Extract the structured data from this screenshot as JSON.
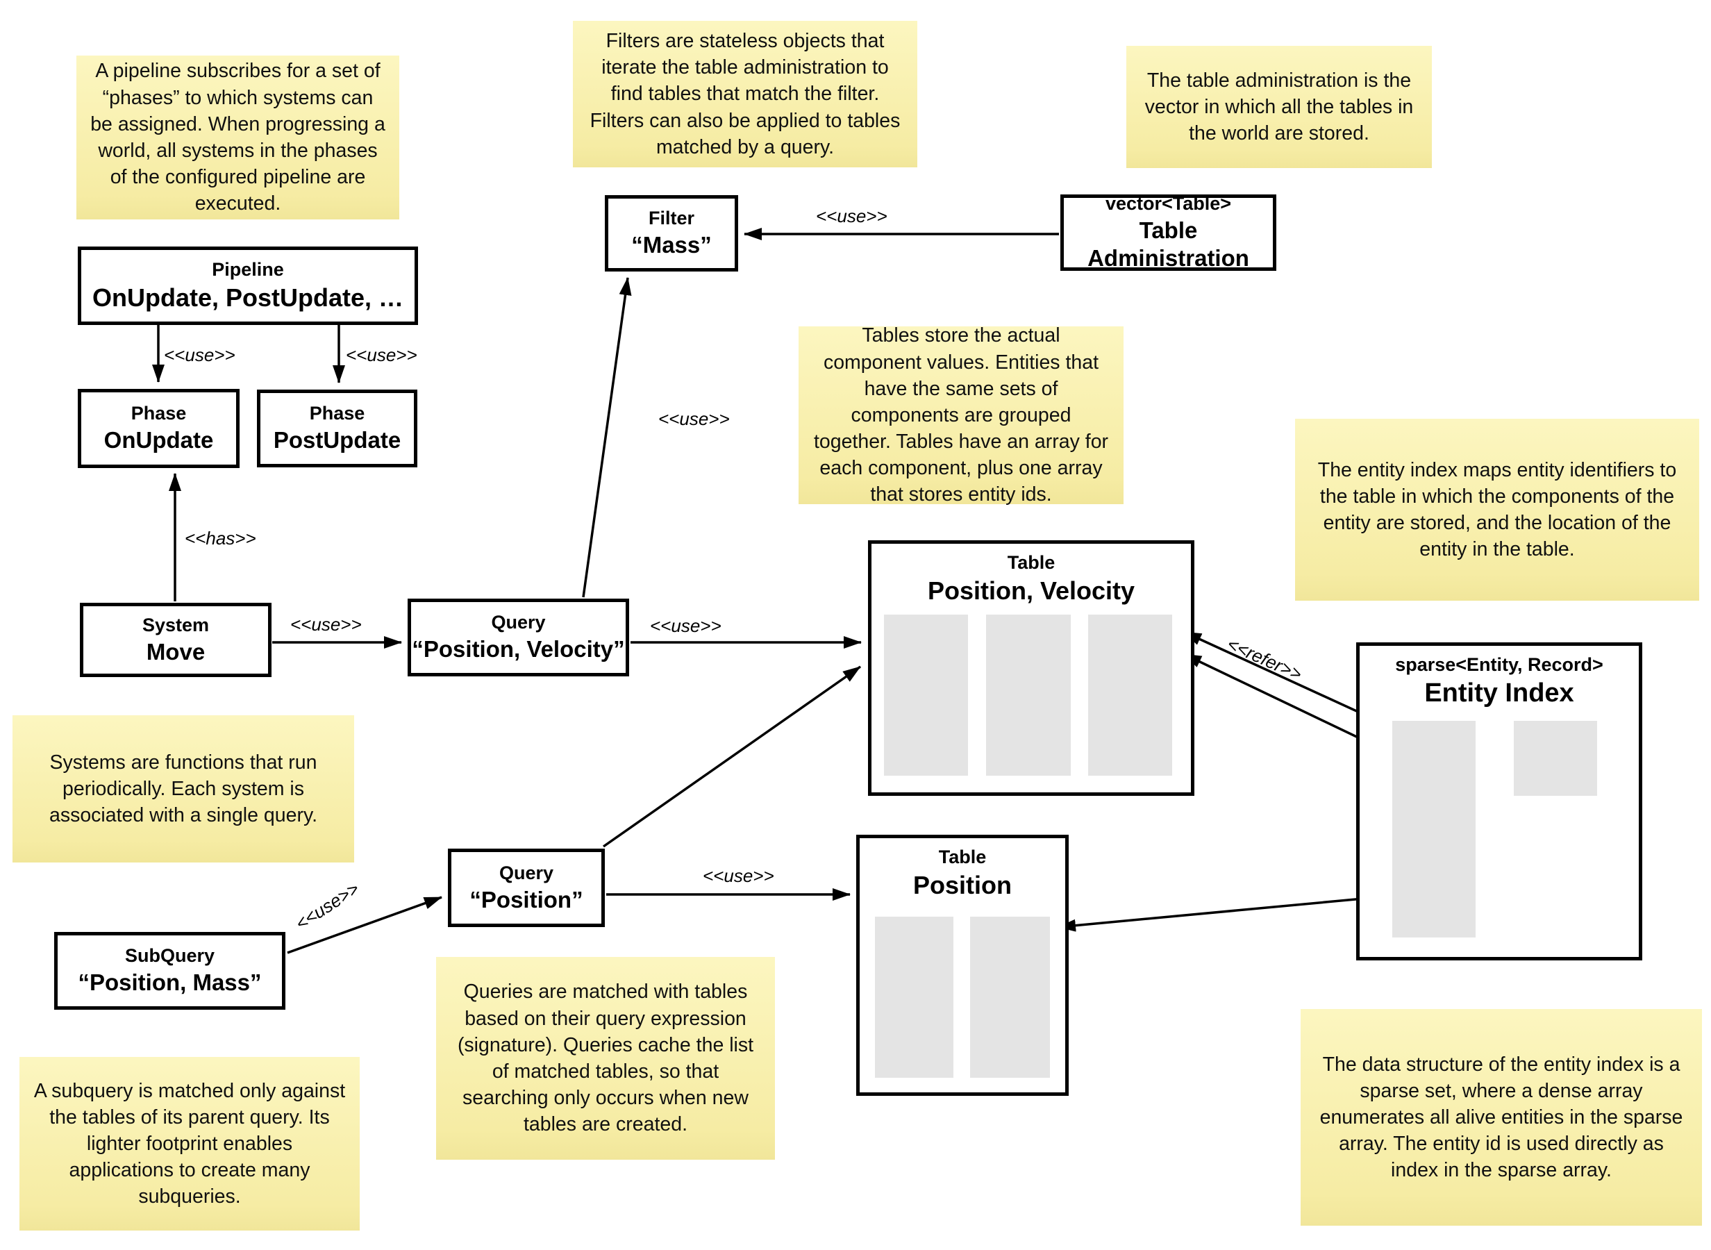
{
  "notes": {
    "pipeline": "A pipeline subscribes for a set of “phases” to which systems can be assigned. When progressing a world, all systems in the phases of the configured pipeline are executed.",
    "filters": "Filters are stateless objects that iterate the table administration to find tables that match the filter. Filters can also be applied to tables matched by a query.",
    "table_admin": "The table administration is the vector in which all the tables in the world are stored.",
    "tables": "Tables store the actual component values. Entities that have the same sets of components are grouped together. Tables have an array for each component, plus one array that stores entity ids.",
    "entity_index": "The entity index maps entity identifiers to the table in which the components of the entity are stored, and the location of the entity in the table.",
    "systems": "Systems are functions that run periodically. Each system is associated with a single query.",
    "queries": "Queries are matched with tables based on their query expression (signature). Queries cache the list of matched tables, so that searching only occurs when new tables are created.",
    "subquery": "A subquery is matched only against the tables of its parent query. Its lighter footprint enables applications to create many subqueries.",
    "sparse_set": "The data structure of the entity index is a sparse set, where a dense array enumerates all alive entities in the sparse array. The entity id is used directly as index in the sparse array."
  },
  "boxes": {
    "pipeline": {
      "stereotype": "Pipeline",
      "name": "OnUpdate, PostUpdate, …"
    },
    "phase_onupdate": {
      "stereotype": "Phase",
      "name": "OnUpdate"
    },
    "phase_postupdate": {
      "stereotype": "Phase",
      "name": "PostUpdate"
    },
    "filter_mass": {
      "stereotype": "Filter",
      "name": "“Mass”"
    },
    "table_admin": {
      "stereotype": "vector<Table>",
      "name": "Table Administration"
    },
    "system_move": {
      "stereotype": "System",
      "name": "Move"
    },
    "query_pv": {
      "stereotype": "Query",
      "name": "“Position, Velocity”"
    },
    "query_p": {
      "stereotype": "Query",
      "name": "“Position”"
    },
    "subquery": {
      "stereotype": "SubQuery",
      "name": "“Position, Mass”"
    },
    "table_pv": {
      "stereotype": "Table",
      "name": "Position, Velocity"
    },
    "table_p": {
      "stereotype": "Table",
      "name": "Position"
    },
    "entity_index": {
      "stereotype": "sparse<Entity, Record>",
      "name": "Entity Index"
    }
  },
  "edge_labels": {
    "use": "<<use>>",
    "has": "<<has>>",
    "refer": "<<refer>>"
  },
  "colors": {
    "note_yellow_top": "#fcf6c0",
    "note_yellow_bottom": "#f1e69a",
    "node_border": "#000000",
    "array_gray": "#e4e4e4"
  }
}
